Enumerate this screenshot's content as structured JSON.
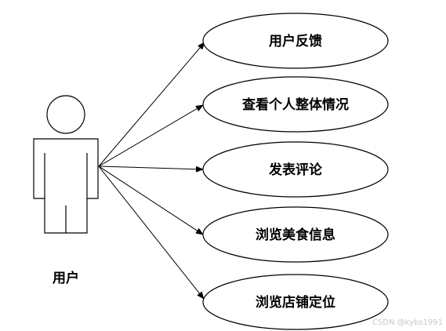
{
  "actor": {
    "label": "用户"
  },
  "use_cases": [
    {
      "label": "用户反馈"
    },
    {
      "label": "查看个人整体情况"
    },
    {
      "label": "发表评论"
    },
    {
      "label": "浏览美食信息"
    },
    {
      "label": "浏览店铺定位"
    }
  ],
  "watermark": "CSDN @kybs1991",
  "colors": {
    "stroke": "#000000",
    "background": "#ffffff",
    "watermark": "#c8c8c8"
  }
}
